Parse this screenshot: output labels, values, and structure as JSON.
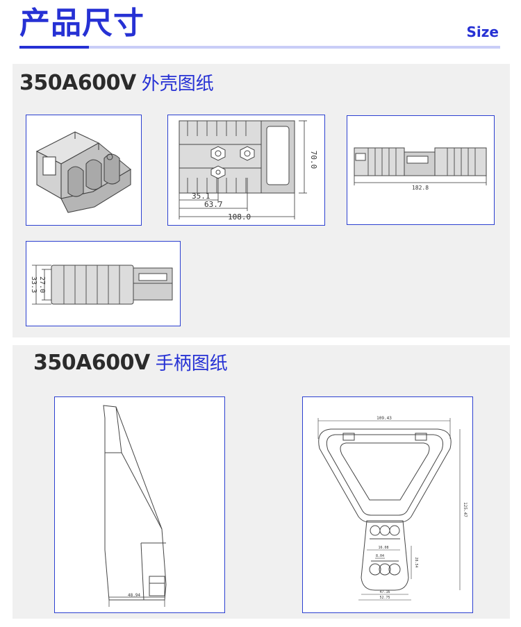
{
  "header": {
    "title": "产品尺寸",
    "subtitle": "Size"
  },
  "colors": {
    "accent": "#2631d4",
    "accent_light": "#c9cdf7",
    "panel_bg": "#f0f0f0",
    "frame_border": "#2b3fd0"
  },
  "sections": [
    {
      "model": "350A600V",
      "caption": "外壳图纸",
      "drawings": [
        {
          "name": "connector-3d-view",
          "labels": []
        },
        {
          "name": "connector-front-view",
          "labels": [
            "70.0",
            "35.1",
            "63.7",
            "108.0"
          ]
        },
        {
          "name": "connector-top-view",
          "labels": [
            "182.8"
          ]
        },
        {
          "name": "connector-side-view",
          "labels": [
            "27.0",
            "33.3"
          ]
        }
      ]
    },
    {
      "model": "350A600V",
      "caption": "手柄图纸",
      "drawings": [
        {
          "name": "handle-side-view",
          "labels": [
            "48.94"
          ]
        },
        {
          "name": "handle-front-view",
          "labels": [
            "109.43",
            "125.47",
            "16.08",
            "28.54",
            "8.04",
            "47.16",
            "52.75"
          ]
        }
      ]
    }
  ]
}
